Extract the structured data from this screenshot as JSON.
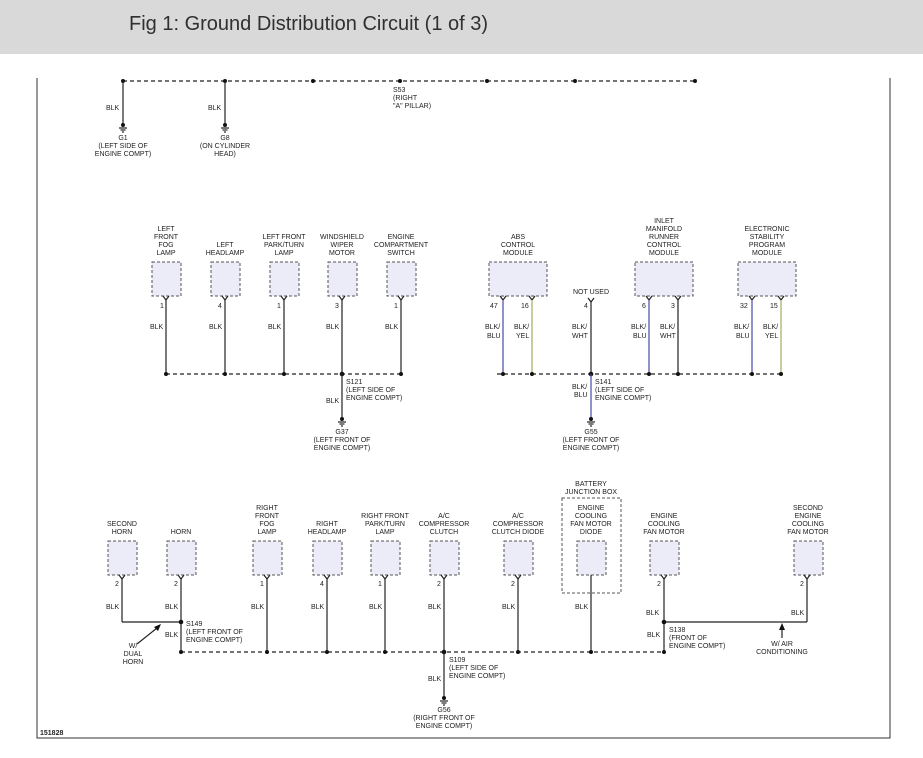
{
  "header": {
    "title": "Fig 1: Ground Distribution Circuit (1 of 3)"
  },
  "figure_id": "151828",
  "colors": {
    "header_bg": "#d9d9d9",
    "wire": "#222222",
    "blu": "#4a4aa8",
    "yel": "#a8a860",
    "box": "#ececf8"
  },
  "grounds": {
    "g1": {
      "wire": "BLK",
      "id": "G1",
      "desc1": "(LEFT SIDE OF",
      "desc2": "ENGINE COMPT)"
    },
    "g8": {
      "wire": "BLK",
      "id": "G8",
      "desc1": "(ON CYLINDER",
      "desc2": "HEAD)"
    },
    "g37": {
      "wire": "BLK",
      "id": "G37",
      "desc1": "(LEFT FRONT OF",
      "desc2": "ENGINE COMPT)"
    },
    "g55": {
      "wire": "BLK/",
      "wire2": "BLU",
      "id": "G55",
      "desc1": "(LEFT FRONT OF",
      "desc2": "ENGINE COMPT)"
    },
    "g56": {
      "wire": "BLK",
      "id": "G56",
      "desc1": "(RIGHT FRONT OF",
      "desc2": "ENGINE COMPT)"
    }
  },
  "splices": {
    "s53": {
      "id": "S53",
      "desc1": "(RIGHT",
      "desc2": "\"A\" PILLAR)"
    },
    "s121": {
      "id": "S121",
      "desc1": "(LEFT SIDE OF",
      "desc2": "ENGINE COMPT)"
    },
    "s141": {
      "id": "S141",
      "desc1": "(LEFT SIDE OF",
      "desc2": "ENGINE COMPT)"
    },
    "s149": {
      "id": "S149",
      "desc1": "(LEFT FRONT OF",
      "desc2": "ENGINE COMPT)",
      "wire": "BLK"
    },
    "s109": {
      "id": "S109",
      "desc1": "(LEFT SIDE OF",
      "desc2": "ENGINE COMPT)"
    },
    "s138": {
      "id": "S138",
      "desc1": "(FRONT OF",
      "desc2": "ENGINE COMPT)",
      "wire": "BLK"
    }
  },
  "row2": {
    "c1": {
      "l1": "LEFT",
      "l2": "FRONT",
      "l3": "FOG",
      "l4": "LAMP",
      "pin": "1",
      "wire": "BLK"
    },
    "c2": {
      "l1": "LEFT",
      "l2": "HEADLAMP",
      "pin": "4",
      "wire": "BLK"
    },
    "c3": {
      "l1": "LEFT FRONT",
      "l2": "PARK/TURN",
      "l3": "LAMP",
      "pin": "1",
      "wire": "BLK"
    },
    "c4": {
      "l1": "WINDSHIELD",
      "l2": "WIPER",
      "l3": "MOTOR",
      "pin": "3",
      "wire": "BLK"
    },
    "c5": {
      "l1": "ENGINE",
      "l2": "COMPARTMENT",
      "l3": "SWITCH",
      "pin": "1",
      "wire": "BLK"
    },
    "abs": {
      "l1": "ABS",
      "l2": "CONTROL",
      "l3": "MODULE",
      "pin_a": "47",
      "pin_b": "16",
      "wa1": "BLK/",
      "wa2": "BLU",
      "wb1": "BLK/",
      "wb2": "YEL"
    },
    "nu": {
      "label": "NOT USED",
      "pin": "4",
      "w1": "BLK/",
      "w2": "WHT"
    },
    "imrc": {
      "l1": "INLET",
      "l2": "MANIFOLD",
      "l3": "RUNNER",
      "l4": "CONTROL",
      "l5": "MODULE",
      "pin_a": "6",
      "pin_b": "3",
      "wa1": "BLK/",
      "wa2": "BLU",
      "wb1": "BLK/",
      "wb2": "WHT"
    },
    "esp": {
      "l1": "ELECTRONIC",
      "l2": "STABILITY",
      "l3": "PROGRAM",
      "l4": "MODULE",
      "pin_a": "32",
      "pin_b": "15",
      "wa1": "BLK/",
      "wa2": "BLU",
      "wb1": "BLK/",
      "wb2": "YEL"
    }
  },
  "row3": {
    "c1": {
      "l1": "SECOND",
      "l2": "HORN",
      "pin": "2",
      "wire": "BLK"
    },
    "c2": {
      "l1": "HORN",
      "pin": "2",
      "wire": "BLK"
    },
    "c3": {
      "l1": "RIGHT",
      "l2": "FRONT",
      "l3": "FOG",
      "l4": "LAMP",
      "pin": "1",
      "wire": "BLK"
    },
    "c4": {
      "l1": "RIGHT",
      "l2": "HEADLAMP",
      "pin": "4",
      "wire": "BLK"
    },
    "c5": {
      "l1": "RIGHT FRONT",
      "l2": "PARK/TURN",
      "l3": "LAMP",
      "pin": "1",
      "wire": "BLK"
    },
    "c6": {
      "l1": "A/C",
      "l2": "COMPRESSOR",
      "l3": "CLUTCH",
      "pin": "2",
      "wire": "BLK"
    },
    "c7": {
      "l1": "A/C",
      "l2": "COMPRESSOR",
      "l3": "CLUTCH DIODE",
      "pin": "2",
      "wire": "BLK"
    },
    "c8": {
      "box1": "BATTERY",
      "box2": "JUNCTION BOX",
      "l1": "ENGINE",
      "l2": "COOLING",
      "l3": "FAN MOTOR",
      "l4": "DIODE",
      "wire": "BLK"
    },
    "c9": {
      "l1": "ENGINE",
      "l2": "COOLING",
      "l3": "FAN MOTOR",
      "pin": "2",
      "wire": "BLK"
    },
    "c10": {
      "l1": "SECOND",
      "l2": "ENGINE",
      "l3": "COOLING",
      "l4": "FAN MOTOR",
      "pin": "2",
      "wire": "BLK"
    },
    "dual": {
      "l1": "W/",
      "l2": "DUAL",
      "l3": "HORN"
    },
    "ac": {
      "l1": "W/ AIR",
      "l2": "CONDITIONING"
    }
  }
}
